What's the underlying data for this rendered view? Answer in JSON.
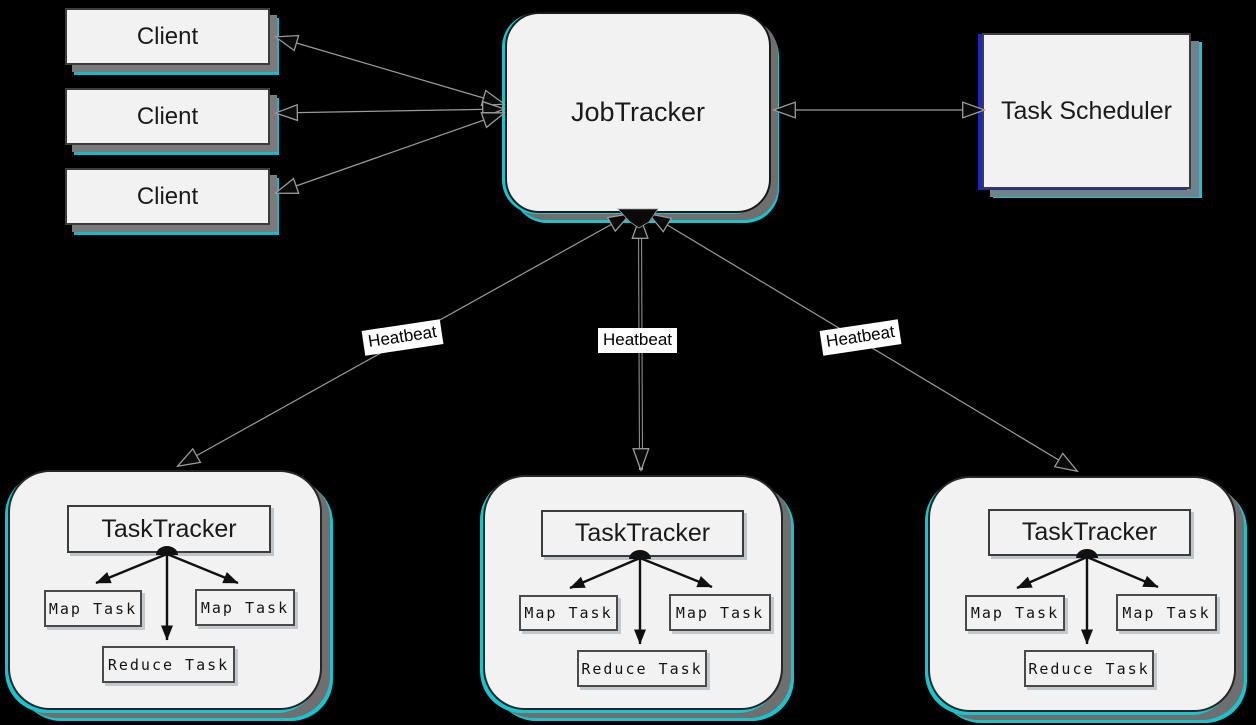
{
  "diagram": {
    "title_semantic": "Hadoop MapReduce JobTracker / TaskTracker architecture",
    "colors": {
      "background": "#000000",
      "node_fill": "#f2f2f2",
      "node_border": "#3d3d3d",
      "shadow_gray": "#6f6f6f",
      "accent_cyan": "#18c5cf",
      "accent_blue": "#2025c5",
      "arrow_outline": "#9b9b9b",
      "arrow_fill": "#0a0a0a"
    },
    "clients": [
      {
        "label": "Client"
      },
      {
        "label": "Client"
      },
      {
        "label": "Client"
      }
    ],
    "job_tracker": {
      "label": "JobTracker"
    },
    "task_scheduler": {
      "label": "Task Scheduler"
    },
    "heartbeats": [
      {
        "label": "Heatbeat"
      },
      {
        "label": "Heatbeat"
      },
      {
        "label": "Heatbeat"
      }
    ],
    "tracker_groups": [
      {
        "title": "TaskTracker",
        "map_task_left": "Map Task",
        "map_task_right": "Map Task",
        "reduce_task": "Reduce Task"
      },
      {
        "title": "TaskTracker",
        "map_task_left": "Map Task",
        "map_task_right": "Map Task",
        "reduce_task": "Reduce Task"
      },
      {
        "title": "TaskTracker",
        "map_task_left": "Map Task",
        "map_task_right": "Map Task",
        "reduce_task": "Reduce Task"
      }
    ]
  }
}
